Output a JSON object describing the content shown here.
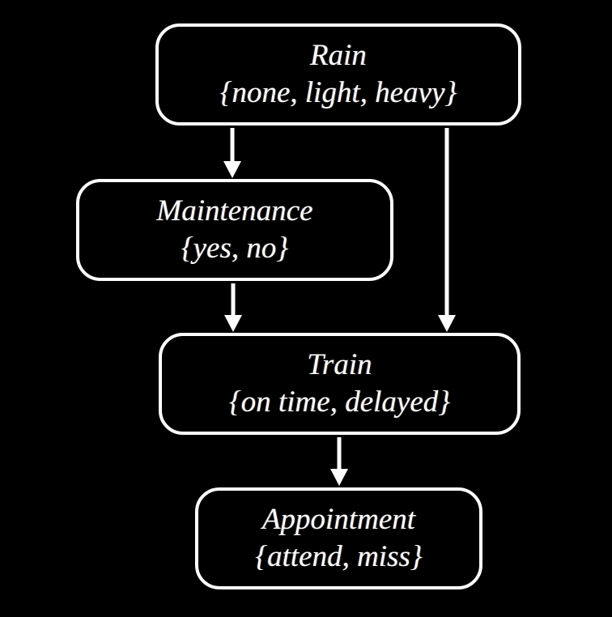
{
  "diagram": {
    "kind": "bayesian-network",
    "background_color": "#000000",
    "line_color": "#ffffff",
    "text_color": "#ffffff",
    "nodes": [
      {
        "id": "rain",
        "title": "Rain",
        "values": "{none, light, heavy}"
      },
      {
        "id": "maintenance",
        "title": "Maintenance",
        "values": "{yes, no}"
      },
      {
        "id": "train",
        "title": "Train",
        "values": "{on time, delayed}"
      },
      {
        "id": "appointment",
        "title": "Appointment",
        "values": "{attend, miss}"
      }
    ],
    "edges": [
      {
        "from": "rain",
        "to": "maintenance"
      },
      {
        "from": "rain",
        "to": "train"
      },
      {
        "from": "maintenance",
        "to": "train"
      },
      {
        "from": "train",
        "to": "appointment"
      }
    ]
  }
}
